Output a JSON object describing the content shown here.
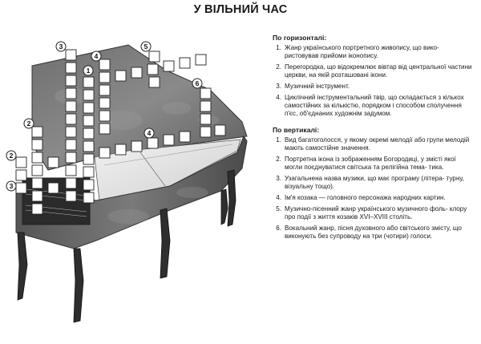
{
  "page": {
    "title": "У ВІЛЬНИЙ ЧАС"
  },
  "illustration": {
    "subject": "harpsichord with crossword grid",
    "markers": [
      "3",
      "4",
      "1",
      "5",
      "6",
      "2",
      "2",
      "3",
      "4"
    ]
  },
  "horizontal": {
    "heading": "По горизонталі:",
    "clues": [
      {
        "num": "1.",
        "text": "Жанр українського портретного живопису, що вико- ристовував прийоми іконопису."
      },
      {
        "num": "2.",
        "text": "Перегородка, що відокремлює вівтар від центральної частини церкви, на якій розташовані ікони."
      },
      {
        "num": "3.",
        "text": "Музичний інструмент."
      },
      {
        "num": "4.",
        "text": "Циклічний інструментальний твір, що складається з кількох самостійних за кількістю, порядком і способом сполучення п'єс, об'єднаних художнім задумом."
      }
    ]
  },
  "vertical": {
    "heading": "По вертикалі:",
    "clues": [
      {
        "num": "1.",
        "text": "Вид багатоголосся, у якому окремі мелодії або групи мелодій мають самостійне значення."
      },
      {
        "num": "2.",
        "text": "Портретна ікона із зображенням Богородиці, у змісті якої могли поєднуватися світська та релігійна тема- тика."
      },
      {
        "num": "3.",
        "text": "Узагальнена назва музики, що має програму (літера- турну, візуальну тощо)."
      },
      {
        "num": "4.",
        "text": "Ім'я козака — головного персонажа народних картин."
      },
      {
        "num": "5.",
        "text": "Музично-пісенний жанр українського музичного фоль- клору про події з життя козаків XVI–XVIII століть."
      },
      {
        "num": "6.",
        "text": "Вокальний жанр, пісня духовного або світського змісту, що виконують без супроводу на три (чотири) голоси."
      }
    ]
  }
}
